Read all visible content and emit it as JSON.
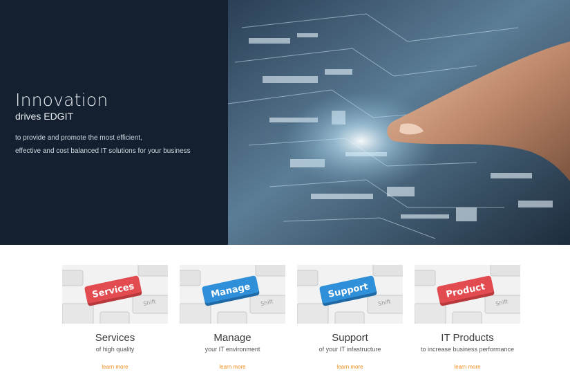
{
  "hero": {
    "title": "Innovation",
    "subtitle": "drives EDGIT",
    "description_line1": "to provide and promote the most efficient,",
    "description_line2": "effective and cost balanced IT solutions for your business"
  },
  "cards": [
    {
      "key_label": "Services",
      "shift_label": "Shift",
      "title": "Services",
      "subtitle": "of high quality",
      "link": "learn more",
      "key_color": "#e24b4f"
    },
    {
      "key_label": "Manage",
      "shift_label": "Shift",
      "title": "Manage",
      "subtitle": "your IT environment",
      "link": "learn more",
      "key_color": "#2f8fd8"
    },
    {
      "key_label": "Support",
      "shift_label": "Shift",
      "title": "Support",
      "subtitle": "of your IT infastructure",
      "link": "learn more",
      "key_color": "#2f8fd8"
    },
    {
      "key_label": "Product",
      "shift_label": "Shift",
      "title": "IT Products",
      "subtitle": "to increase business performance",
      "link": "learn more",
      "key_color": "#e24b4f"
    }
  ],
  "colors": {
    "hero_bg": "#14202f",
    "link": "#f08c1e"
  }
}
